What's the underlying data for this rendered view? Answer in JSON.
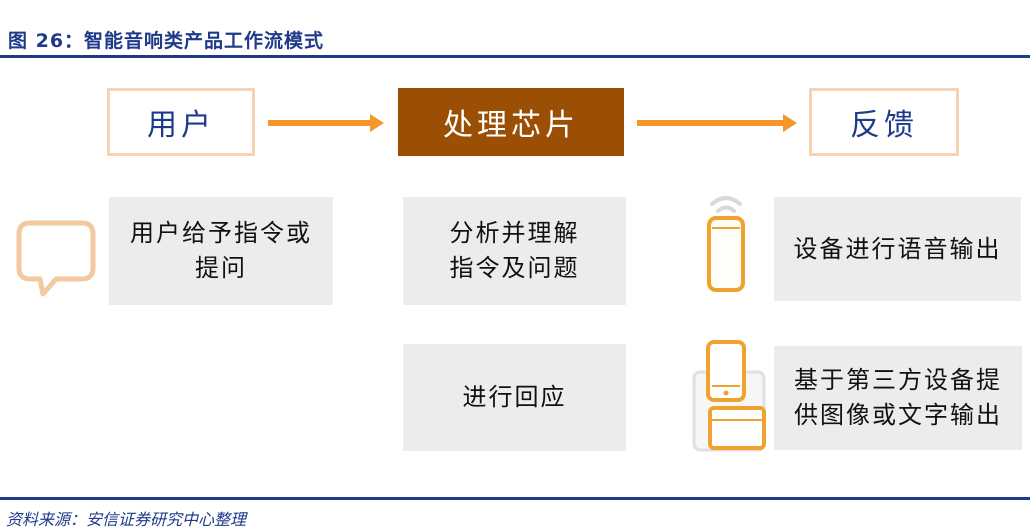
{
  "figure": {
    "title": "图 26：智能音响类产品工作流模式",
    "source": "资料来源：安信证券研究中心整理"
  },
  "flow": {
    "user": "用户",
    "chip": "处理芯片",
    "feedback": "反馈"
  },
  "cards": {
    "user_command": "用户给予指令或\n提问",
    "analyze": "分析并理解\n指令及问题",
    "respond": "进行回应",
    "voice_output": "设备进行语音输出",
    "screen_output": "基于第三方设备提\n供图像或文字输出"
  },
  "colors": {
    "accent_orange": "#f5962a",
    "chip_brown": "#9a4f04",
    "title_blue": "#1f3a8a",
    "card_gray": "#ececec",
    "outline_peach": "#f5d3b3",
    "icon_orange": "#f0a22e"
  },
  "icons": {
    "user": "speech-bubble-icon",
    "voice": "smart-speaker-icon",
    "screen": "phone-and-card-icon"
  }
}
